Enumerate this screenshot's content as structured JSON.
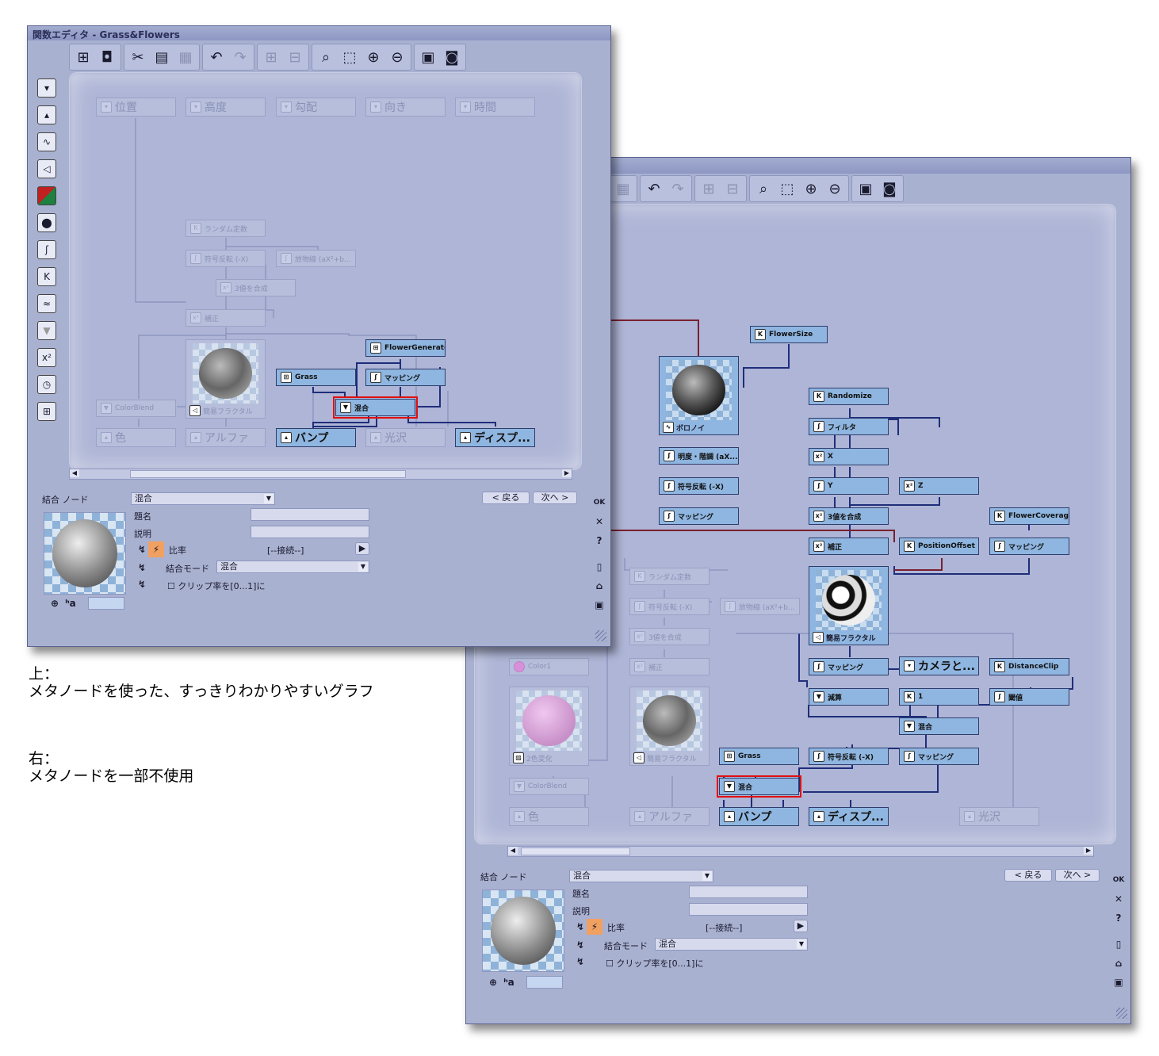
{
  "window1": {
    "title": "関数エディタ - Grass&Flowers",
    "inputs": [
      "位置",
      "高度",
      "勾配",
      "向き",
      "時間"
    ],
    "nodes": {
      "random_const": "ランダム定数",
      "negate": "符号反転 (-X)",
      "parabola": "放物線 (aX²+b...",
      "compose3": "3値を合成",
      "correct": "補正",
      "flower_gen": "FlowerGenerator",
      "grass": "Grass",
      "mapping": "マッピング",
      "blend": "混合",
      "colorblend": "ColorBlend",
      "fractal": "簡易フラクタル"
    },
    "outputs": [
      "色",
      "アルファ",
      "バンプ",
      "光沢",
      "ディスプ..."
    ],
    "panel": {
      "section_label": "結合 ノード",
      "node_type": "混合",
      "back": "< 戻る",
      "next": "次へ >",
      "name_label": "題名",
      "desc_label": "説明",
      "ratio_label": "比率",
      "ratio_value": "[--接続--]",
      "mode_label": "結合モード",
      "mode_value": "混合",
      "clip_label": "クリップ率を[0...1]に",
      "ok": "OK"
    }
  },
  "window2": {
    "nodes": {
      "flowersize": "FlowerSize",
      "voronoi": "ボロノイ",
      "brightness": "明度・階調 (aX...",
      "negate": "符号反転 (-X)",
      "mapping": "マッピング",
      "randomize": "Randomize",
      "filter": "フィルタ",
      "x": "X",
      "y": "Y",
      "z": "Z",
      "compose3": "3値を合成",
      "flowercoverage": "FlowerCoverage",
      "correct": "補正",
      "positionoffset": "PositionOffset",
      "mapping2": "マッピング",
      "fractal": "簡易フラクタル",
      "random_const": "ランダム定数",
      "negate_dim": "符号反転 (-X)",
      "parabola_dim": "放物線 (aX²+b...",
      "compose3_dim": "3値を合成",
      "correct_dim": "補正",
      "color1": "Color1",
      "mapping3": "マッピング",
      "camera": "カメラと...",
      "distanceclip": "DistanceClip",
      "subtract": "減算",
      "one": "1",
      "threshold": "閾値",
      "blend_mid": "混合",
      "twocolor": "2色変化",
      "fractal_dim": "簡易フラクタル",
      "grass": "Grass",
      "negate3": "符号反転 (-X)",
      "mapping4": "マッピング",
      "colorblend": "ColorBlend",
      "blend": "混合"
    },
    "outputs": [
      "色",
      "アルファ",
      "バンプ",
      "ディスプ...",
      "光沢"
    ],
    "panel": {
      "section_label": "結合 ノード",
      "node_type": "混合",
      "back": "< 戻る",
      "next": "次へ >",
      "name_label": "題名",
      "desc_label": "説明",
      "ratio_label": "比率",
      "ratio_value": "[--接続--]",
      "mode_label": "結合モード",
      "mode_value": "混合",
      "clip_label": "クリップ率を[0...1]に",
      "ok": "OK"
    }
  },
  "captions": {
    "top_head": "上：",
    "top_body": "メタノードを使った、すっきりわかりやすいグラフ",
    "right_head": "右：",
    "right_body": "メタノードを一部不使用"
  },
  "colors": {
    "window_bg": "#a9b1d0",
    "node_fill": "#8fb6e0",
    "wire_blue": "#1f2e7a",
    "wire_red": "#7a2030",
    "selection": "#e01010"
  }
}
